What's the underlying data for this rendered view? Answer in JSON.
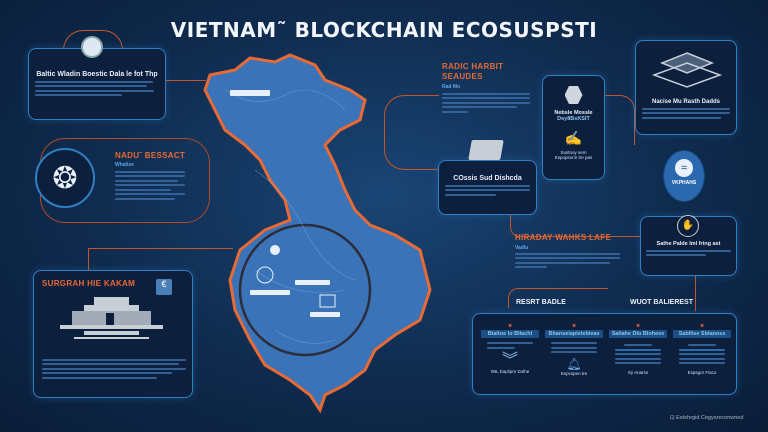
{
  "title": "VIETNAM˜ BLOCKCHAIN ECOSUSPSTI",
  "colors": {
    "accent": "#e86a35",
    "border": "#2f7fc4",
    "panel": "#0c1f3d",
    "map": "#3a73b8"
  },
  "top_left_box": {
    "icon": "lightbulb-icon",
    "heading": "Baltic Wladin Boestic Dala le fot Thp"
  },
  "left_section": {
    "icon": "globe-network-icon",
    "heading": "NADU˜ BESSACT",
    "sub": "Whalise"
  },
  "bottom_left_box": {
    "heading": "SURGRAH HIE KAKAM",
    "icon": "temple-icon",
    "badge_icon": "coin-icon"
  },
  "center_section": {
    "heading_line1": "RADIC HARBIT",
    "heading_line2": "SEAUDES",
    "sub": "Rad Mo"
  },
  "center_box": {
    "icon": "server-stack-icon",
    "heading": "COssis Sud Dishcda"
  },
  "tall_box": {
    "icon": "hexagon-icon",
    "heading_line1": "Nebsle Mossle",
    "heading_line2": "Dsy8BsKSIT",
    "icon2": "wallet-icon",
    "caption_line1": "Sustnoy sem",
    "caption_line2": "Espopsorin tre pas"
  },
  "top_right_box": {
    "icon": "chip-icon",
    "heading": "Nacise Mu Rasth Dadds"
  },
  "oval_badge": {
    "icon": "wave-icon",
    "label": "VKPHAHS"
  },
  "right_box": {
    "icon": "hand-coin-icon",
    "heading": "Sathe Palde Iml fring ast"
  },
  "lower_center": {
    "heading": "HIRADAY WAHKS LAFE",
    "sub": "Vadlu"
  },
  "bottom_panel": {
    "label_left": "RESRT BADLE",
    "label_right": "WUOT BALIEREST",
    "columns": [
      {
        "title": "Bialtoe Io Bllachl",
        "caption": "WIL Eaplipre Dolhe"
      },
      {
        "title": "Bhanseiaplelebieas",
        "caption": "Espcspen tre"
      },
      {
        "title": "Saliahe Dlo Blohese",
        "caption": "Sy Anarss"
      },
      {
        "title": "Sabllise Sblanoss",
        "caption": "Espsgor Fiaco"
      }
    ]
  },
  "footer": "Estehrgid Cegysreconwned"
}
